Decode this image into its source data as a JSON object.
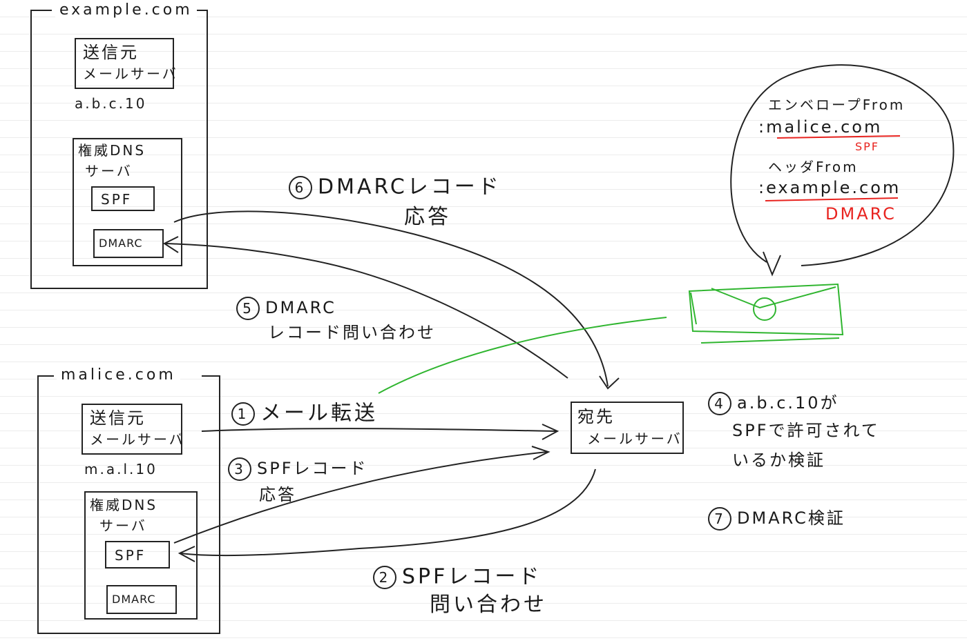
{
  "domains": {
    "example": {
      "label": "example.com",
      "sender_server": {
        "line1": "送信元",
        "line2": "メールサーバ"
      },
      "ip": "a.b.c.10",
      "dns": {
        "line1": "権威DNS",
        "line2": "サーバ",
        "spf": "SPF",
        "dmarc": "DMARC"
      }
    },
    "malice": {
      "label": "malice.com",
      "sender_server": {
        "line1": "送信元",
        "line2": "メールサーバ"
      },
      "ip": "m.a.l.10",
      "dns": {
        "line1": "権威DNS",
        "line2": "サーバ",
        "spf": "SPF",
        "dmarc": "DMARC"
      }
    }
  },
  "recipient_server": {
    "line1": "宛先",
    "line2": "メールサーバ"
  },
  "steps": [
    {
      "num": "1",
      "text": "メール転送"
    },
    {
      "num": "2",
      "line1": "SPFレコード",
      "line2": "問い合わせ"
    },
    {
      "num": "3",
      "line1": "SPFレコード",
      "line2": "応答"
    },
    {
      "num": "4",
      "line1": "a.b.c.10が",
      "line2": "SPFで許可されて",
      "line3": "いるか検証"
    },
    {
      "num": "5",
      "line1": "DMARC",
      "line2": "レコード問い合わせ"
    },
    {
      "num": "6",
      "line1": "DMARCレコード",
      "line2": "応答"
    },
    {
      "num": "7",
      "text": "DMARC検証"
    }
  ],
  "bubble": {
    "envelope_label": "エンベロープFrom",
    "envelope_value": ":malice.com",
    "envelope_tag": "SPF",
    "header_label": "ヘッダFrom",
    "header_value": ":example.com",
    "header_tag": "DMARC"
  },
  "colors": {
    "ink": "#1a1a1a",
    "red": "#e8231f",
    "green": "#2fb52f"
  }
}
